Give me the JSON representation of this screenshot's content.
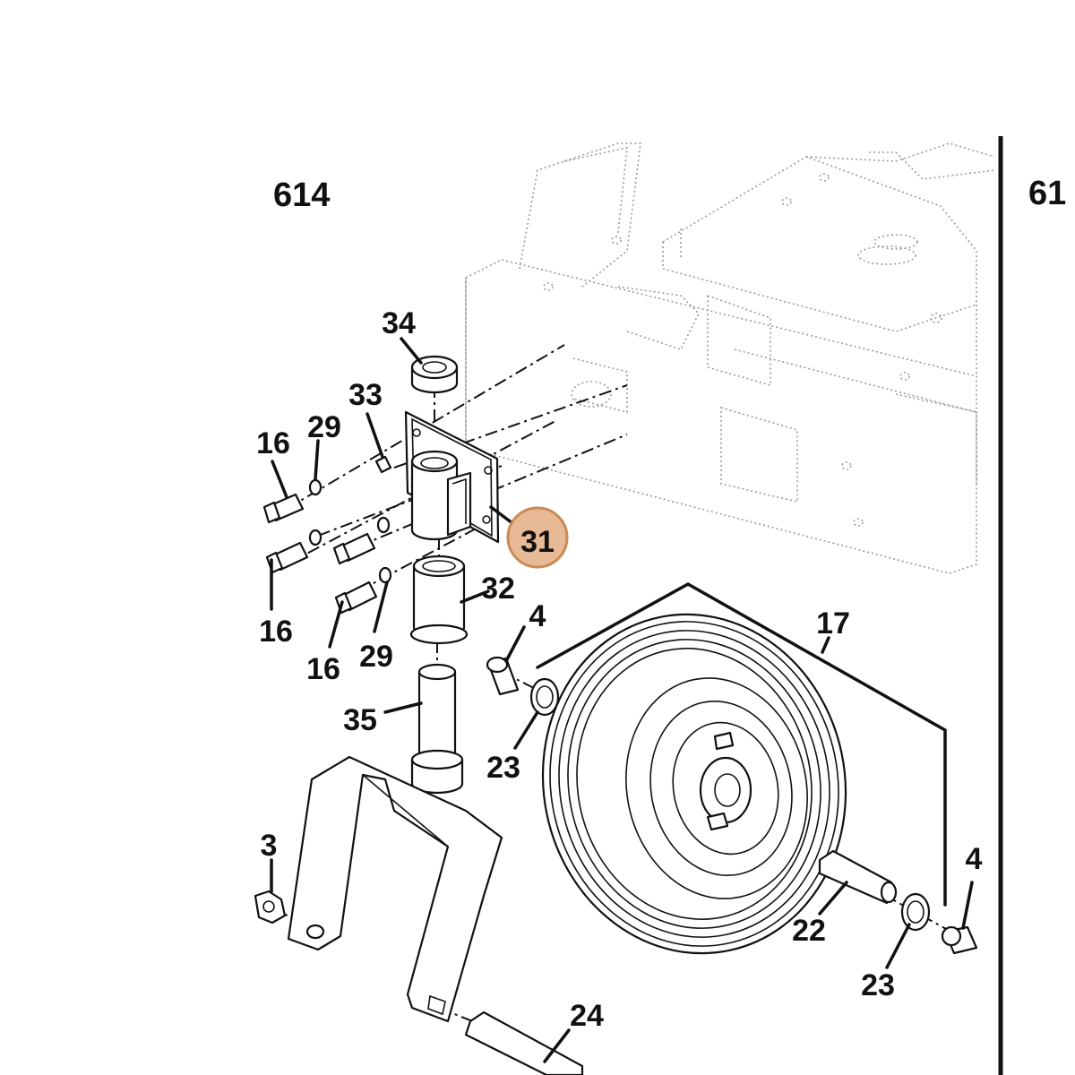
{
  "section_labels": {
    "left": "614",
    "right": "61"
  },
  "highlight": {
    "label": "31",
    "fill": "#E8B995",
    "stroke": "#C98A57"
  },
  "callouts": {
    "c34": "34",
    "c33": "33",
    "c16a": "16",
    "c29a": "29",
    "c31": "31",
    "c32": "32",
    "c16b": "16",
    "c16c": "16",
    "c29b": "29",
    "c4a": "4",
    "c17": "17",
    "c35": "35",
    "c23a": "23",
    "c3": "3",
    "c22": "22",
    "c4b": "4",
    "c23b": "23",
    "c24": "24"
  }
}
